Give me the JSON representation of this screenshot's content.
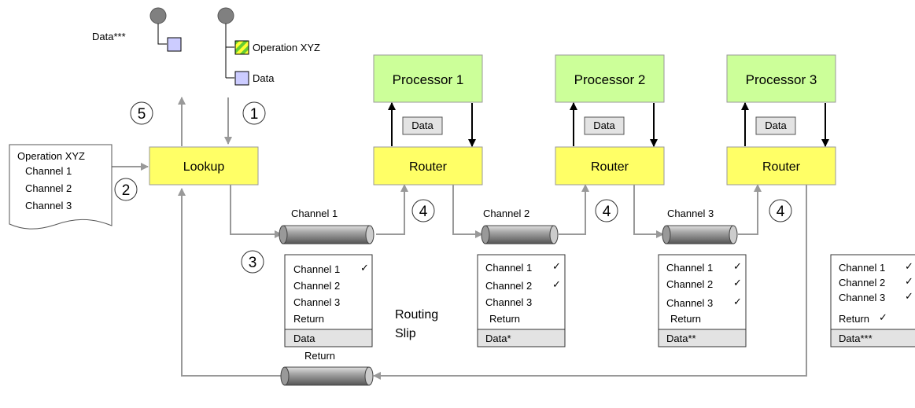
{
  "legend": {
    "result_data": "Data***",
    "operation": "Operation XYZ",
    "data": "Data"
  },
  "steps": {
    "s1": "1",
    "s2": "2",
    "s3": "3",
    "s4": "4",
    "s5": "5"
  },
  "config_doc": {
    "lines": [
      "Operation XYZ",
      "Channel 1",
      "Channel 2",
      "Channel 3"
    ]
  },
  "lookup": {
    "label": "Lookup"
  },
  "processors": [
    {
      "label": "Processor 1",
      "data_label": "Data",
      "router_label": "Router"
    },
    {
      "label": "Processor 2",
      "data_label": "Data",
      "router_label": "Router"
    },
    {
      "label": "Processor 3",
      "data_label": "Data",
      "router_label": "Router"
    }
  ],
  "channels": [
    {
      "label": "Channel 1"
    },
    {
      "label": "Channel 2"
    },
    {
      "label": "Channel 3"
    },
    {
      "label": "Return"
    }
  ],
  "routing_slip_caption": [
    "Routing",
    "Slip"
  ],
  "check_mark": "✓",
  "slips": [
    {
      "items": [
        {
          "text": "Channel 1",
          "checked": true
        },
        {
          "text": "Channel 2",
          "checked": false
        },
        {
          "text": "Channel 3",
          "checked": false
        },
        {
          "text": "Return",
          "checked": false
        }
      ],
      "data": "Data"
    },
    {
      "items": [
        {
          "text": "Channel 1",
          "checked": true
        },
        {
          "text": "Channel 2",
          "checked": true
        },
        {
          "text": "Channel 3",
          "checked": false
        },
        {
          "text": "Return",
          "checked": false
        }
      ],
      "data": "Data*"
    },
    {
      "items": [
        {
          "text": "Channel 1",
          "checked": true
        },
        {
          "text": "Channel 2",
          "checked": true
        },
        {
          "text": "Channel 3",
          "checked": true
        },
        {
          "text": "Return",
          "checked": false
        }
      ],
      "data": "Data**"
    },
    {
      "items": [
        {
          "text": "Channel 1",
          "checked": true
        },
        {
          "text": "Channel 2",
          "checked": true
        },
        {
          "text": "Channel 3",
          "checked": true
        },
        {
          "text": "Return",
          "checked": true
        }
      ],
      "data": "Data***"
    }
  ],
  "colors": {
    "processor_fill": "#ccff99",
    "router_fill": "#ffff66",
    "legend_box_fill": "#ccccff",
    "data_fill": "#e3e3e3",
    "arrow_gray": "#999999",
    "operation_green": "#66cc33",
    "operation_yellow": "#ffff33",
    "pipe_gray": "#888888"
  }
}
